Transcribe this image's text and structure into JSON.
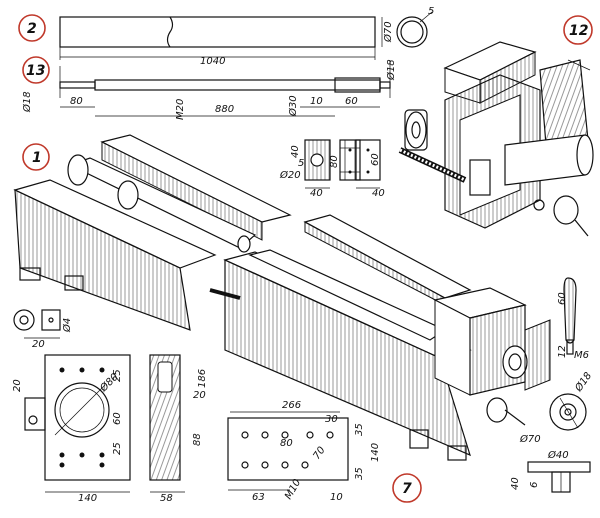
{
  "callouts": {
    "c2": "2",
    "c13": "13",
    "c1": "1",
    "c12": "12",
    "c7": "7"
  },
  "tube": {
    "length": "1040",
    "dia": "Ø70",
    "wall": "5"
  },
  "screw": {
    "dia_end": "Ø18",
    "dia_left": "Ø18",
    "len_80": "80",
    "thread": "M20",
    "len_880": "880",
    "dia_30": "Ø30",
    "len_10": "10",
    "len_60": "60"
  },
  "bracket": {
    "d40": "40",
    "d5": "5",
    "d80": "80",
    "d60": "60",
    "d40b": "40",
    "d40c": "40",
    "dia20": "Ø20"
  },
  "small_part": {
    "dia": "Ø4",
    "d20": "20"
  },
  "plate": {
    "d20": "20",
    "dia80": "Ø80",
    "d25a": "25",
    "d60": "60",
    "d25b": "25",
    "d140": "140",
    "side_186": "186",
    "side_20": "20",
    "side_88": "88",
    "side_58": "58"
  },
  "front_plate": {
    "d266": "266",
    "d80": "80",
    "d70": "70",
    "d30": "30",
    "d35a": "35",
    "d140": "140",
    "d35b": "35",
    "d63": "63",
    "d10": "10",
    "m10": "M10"
  },
  "handle": {
    "d60": "60",
    "d12": "12",
    "m6": "M6"
  },
  "handwheel": {
    "dia18": "Ø18",
    "dia70": "Ø70",
    "dia40": "Ø40",
    "d40": "40",
    "d6": "6"
  },
  "colors": {
    "ink": "#111111",
    "callout": "#c0392b"
  }
}
